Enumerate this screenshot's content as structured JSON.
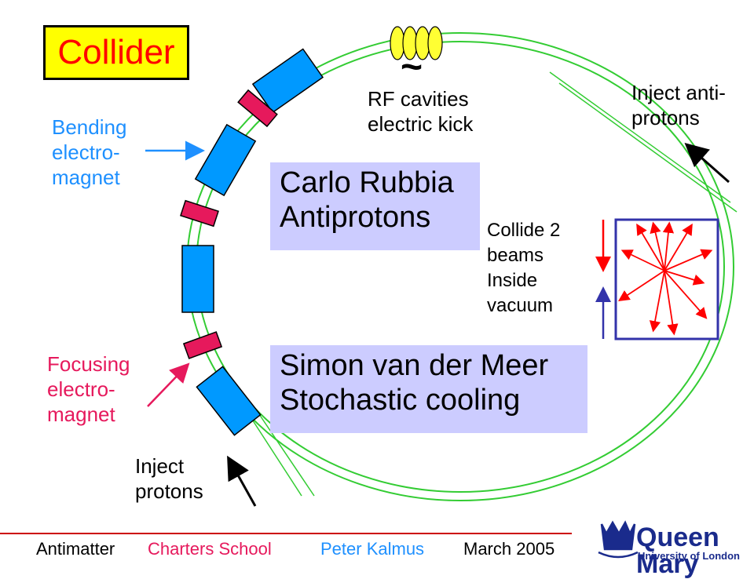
{
  "title": "Collider",
  "rf": {
    "symbol": "~",
    "label": "RF cavities\nelectric kick"
  },
  "labels": {
    "bending": "Bending\nelectro-\nmagnet",
    "focusing": "Focusing\nelectro-\nmagnet",
    "inject_antiprotons": "Inject anti-\nprotons",
    "inject_protons": "Inject\nprotons",
    "collide": "Collide 2\nbeams\nInside\nvacuum"
  },
  "boxes": {
    "rubbia": "Carlo Rubbia\nAntiprotons",
    "vandermeer": "Simon van der Meer\nStochastic cooling"
  },
  "footer": {
    "topic": "Antimatter",
    "school": "Charters School",
    "author": "Peter Kalmus",
    "date": "March 2005"
  },
  "logo": {
    "name": "Queen Mary",
    "sub": "University of London"
  },
  "colors": {
    "ring": "#33cc33",
    "bending_magnet": "#0099ff",
    "focusing_magnet": "#e6195c",
    "bending_label": "#1e90ff",
    "focusing_label": "#e6195c",
    "name_box": "#ccccff",
    "collision": "#ff0000",
    "detector_box": "#3333aa",
    "rf_cavity": "#ffff33",
    "footer_line": "#cc0000",
    "logo": "#1a2b8c"
  }
}
